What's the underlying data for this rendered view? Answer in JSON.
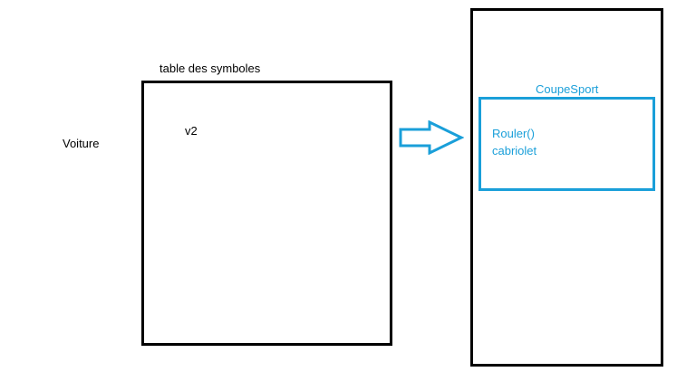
{
  "left_panel": {
    "outside_label": "Voiture",
    "table_title": "table des symboles",
    "entry": "v2"
  },
  "right_panel": {
    "class_name": "CoupeSport",
    "method": "Rouler()",
    "attribute": "cabriolet"
  },
  "colors": {
    "outline": "#000000",
    "accent": "#1a9fd9"
  },
  "icons": {
    "connector": "right-arrow-icon"
  }
}
